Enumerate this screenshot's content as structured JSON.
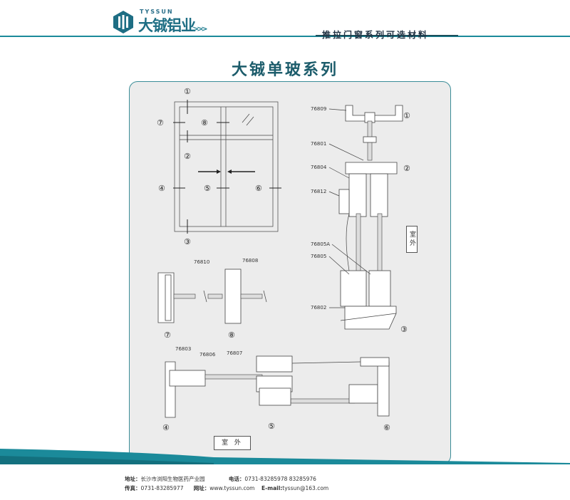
{
  "header": {
    "brand_en": "TYSSUN",
    "brand_cn": "大铖铝业",
    "arrows": ">>>",
    "section_title": "推拉门窗系列可选材料"
  },
  "title": "大铖单玻系列",
  "markers": {
    "m1": "①",
    "m2": "②",
    "m3": "③",
    "m4": "④",
    "m5": "⑤",
    "m6": "⑥",
    "m7": "⑦",
    "m8": "⑧"
  },
  "parts": {
    "p76809": "76809",
    "p76801": "76801",
    "p76804": "76804",
    "p76812": "76812",
    "p76805A": "76805A",
    "p76805": "76805",
    "p76802": "76802",
    "p76810": "76810",
    "p76808": "76808",
    "p76803": "76803",
    "p76806": "76806",
    "p76807": "76807"
  },
  "room_label": "室 外",
  "room_label_v": "室外",
  "footer": {
    "addr_label": "地址：",
    "addr": "长沙市浏阳生物医药产业园",
    "tel_label": "电话：",
    "tel": "0731-83285978  83285976",
    "fax_label": "传真：",
    "fax": "0731-83285977",
    "web_label": "网址：",
    "web": "www.tyssun.com",
    "email_label": "E-mail:",
    "email": "tyssun@163.com"
  },
  "colors": {
    "accent": "#1b8a9a",
    "brand": "#1e6e84",
    "title": "#1c5c6b"
  }
}
